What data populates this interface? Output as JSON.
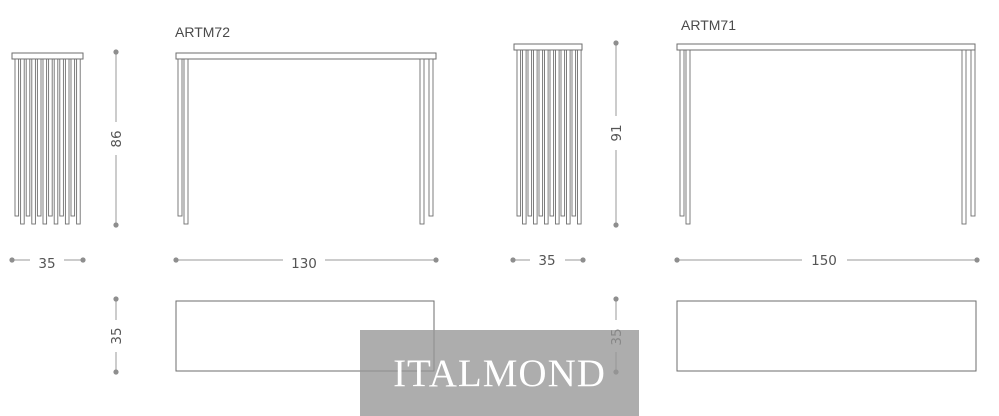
{
  "models": [
    {
      "name": "ARTM72",
      "dimensions": {
        "height": "86",
        "depth": "35",
        "width": "130",
        "top_depth": "35"
      }
    },
    {
      "name": "ARTM71",
      "dimensions": {
        "height": "91",
        "depth": "35",
        "width": "150",
        "top_depth": "35"
      }
    }
  ],
  "watermark": "ITALMOND",
  "colors": {
    "line": "#6e6e6e",
    "dimension": "#9a9a9a",
    "watermark_bg": "#969696"
  }
}
